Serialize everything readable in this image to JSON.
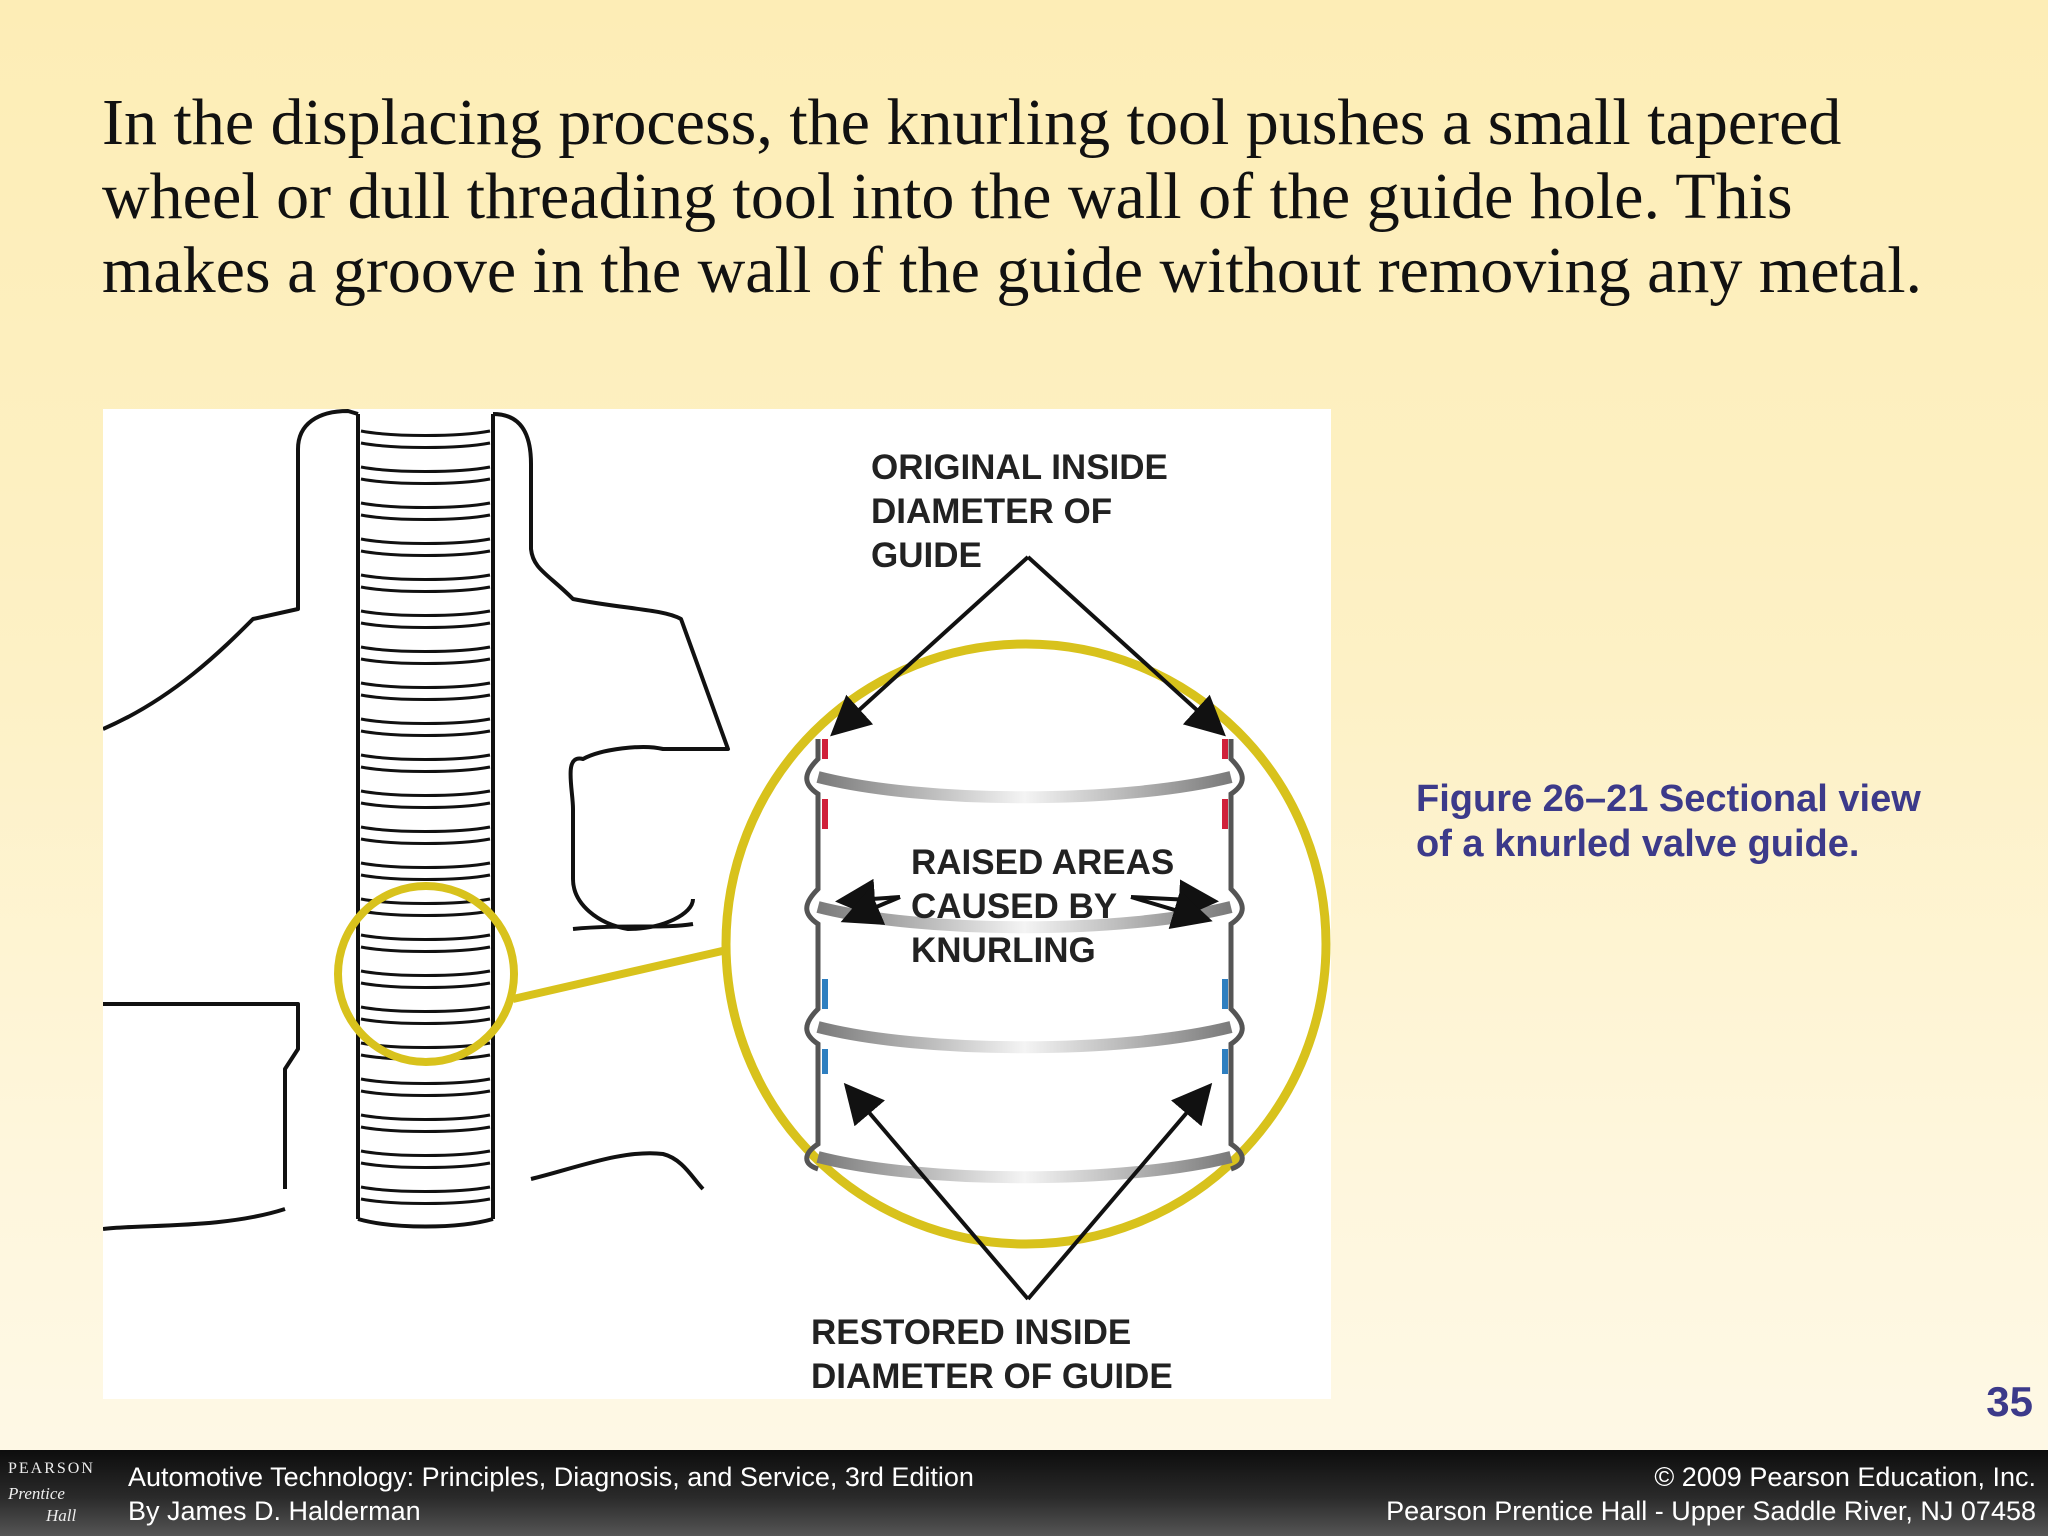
{
  "heading": {
    "line1": "In the displacing process, the knurling tool pushes a small tapered",
    "line2": "wheel or dull threading tool into the wall of the guide hole. This",
    "line3": "makes a groove in the wall of the guide without removing any metal."
  },
  "figure": {
    "label_original": [
      "ORIGINAL INSIDE",
      "DIAMETER OF",
      "GUIDE"
    ],
    "label_raised": [
      "RAISED AREAS",
      "CAUSED BY",
      "KNURLING"
    ],
    "label_restored": [
      "RESTORED INSIDE",
      "DIAMETER OF GUIDE"
    ],
    "colors": {
      "highlight_circle": "#d8c21c",
      "original_marks": "#d0203a",
      "restored_marks": "#2e7fc0"
    }
  },
  "caption": {
    "line1": "Figure 26–21 Sectional view",
    "line2": "of a knurled valve guide."
  },
  "page_number": "35",
  "footer": {
    "logo_line1": "PEARSON",
    "logo_line2": "Prentice",
    "logo_line3": "Hall",
    "left_line1": "Automotive Technology: Principles, Diagnosis, and Service, 3rd Edition",
    "left_line2": "By James D. Halderman",
    "right_line1": "© 2009 Pearson Education, Inc.",
    "right_line2": "Pearson Prentice Hall - Upper Saddle River, NJ 07458"
  }
}
